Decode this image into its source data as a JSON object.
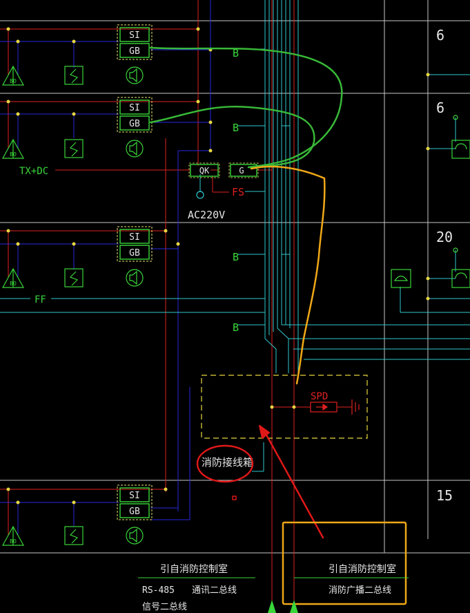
{
  "colors": {
    "background": "#000000",
    "grid": "#c8c8c8",
    "red_line": "#e02020",
    "blue_line": "#2828e0",
    "cyan_line": "#2ec8d0",
    "green_text": "#3ad63a",
    "module_box": "#e8e870",
    "yellow_line": "#f0b020",
    "marker": "#e8d840",
    "annotation_red": "#e01818",
    "annotation_green": "#38b838",
    "annotation_orange": "#f0a818",
    "white_text": "#e6e6e6"
  },
  "labels": {
    "si": "SI",
    "gb": "GB",
    "b": "B",
    "qk": "QK",
    "g": "G",
    "fs": "FS",
    "ac220v": "AC220V",
    "txdc": "TX+DC",
    "ff": "FF",
    "spd": "SPD",
    "junction_box": "消防接线箱"
  },
  "floors": [
    "6",
    "6",
    "20",
    "15"
  ],
  "bottom_notes": {
    "left_title": "引自消防控制室",
    "rs485": "RS-485",
    "comm_bus": "通讯二总线",
    "signal_bus": "信号二总线",
    "right_title": "引自消防控制室",
    "broadcast_bus": "消防广播二总线"
  }
}
